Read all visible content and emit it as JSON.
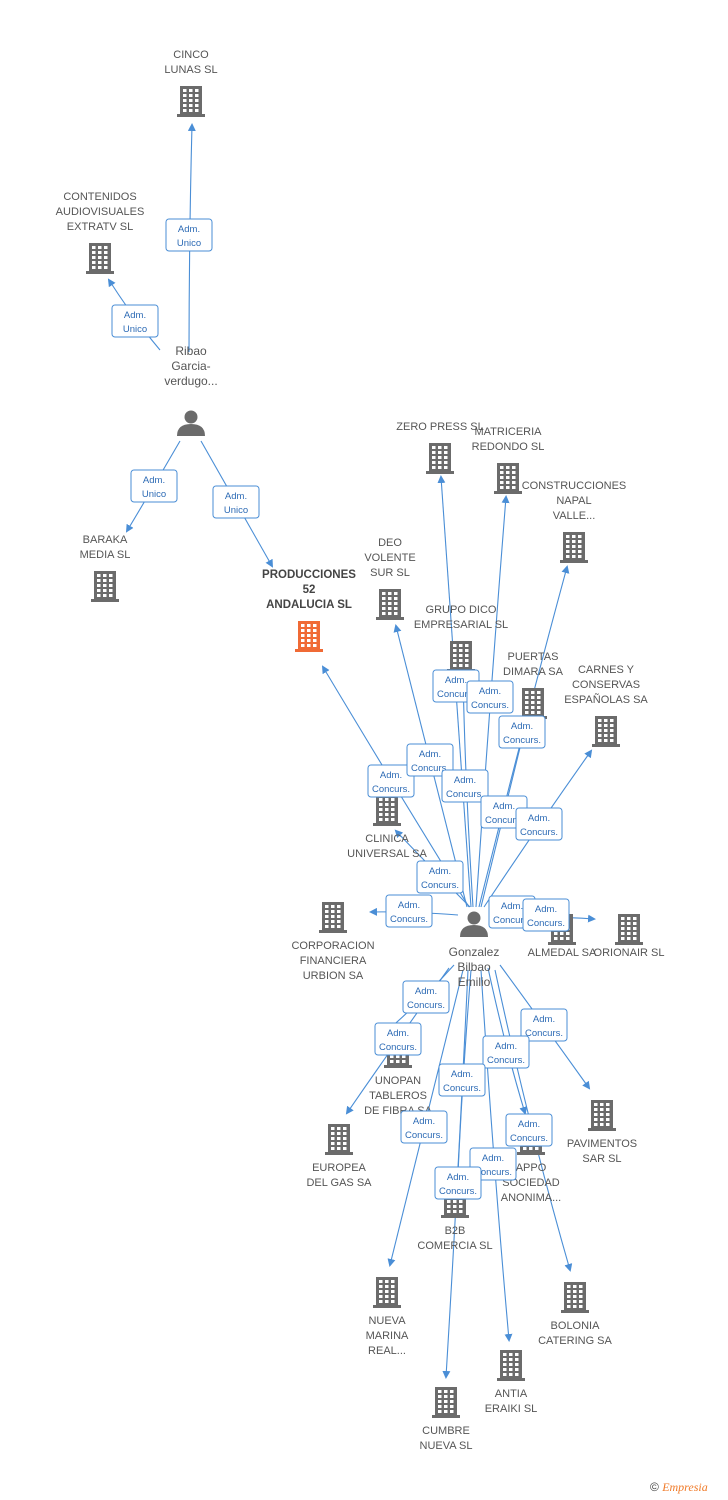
{
  "colors": {
    "edge": "#4a8ed6",
    "building": "#6b6b6b",
    "main_building": "#f06a35",
    "person": "#6b6b6b"
  },
  "persons": [
    {
      "id": "ribao",
      "lines": [
        "Ribao",
        "Garcia-",
        "verdugo..."
      ]
    },
    {
      "id": "gonzalez",
      "lines": [
        "Gonzalez",
        "Bilbao",
        "Emilio"
      ]
    }
  ],
  "companies": [
    {
      "id": "cinco",
      "lines": [
        "CINCO",
        "LUNAS SL"
      ]
    },
    {
      "id": "contenidos",
      "lines": [
        "CONTENIDOS",
        "AUDIOVISUALES",
        "EXTRATV SL"
      ]
    },
    {
      "id": "baraka",
      "lines": [
        "BARAKA",
        "MEDIA SL"
      ]
    },
    {
      "id": "producciones",
      "lines": [
        "PRODUCCIONES",
        "52",
        "ANDALUCIA SL"
      ],
      "main": true
    },
    {
      "id": "zero",
      "lines": [
        "ZERO PRESS SL"
      ]
    },
    {
      "id": "matriceria",
      "lines": [
        "MATRICERIA",
        "REDONDO SL"
      ]
    },
    {
      "id": "construcciones",
      "lines": [
        "CONSTRUCCIONES",
        "NAPAL",
        "VALLE..."
      ]
    },
    {
      "id": "deo",
      "lines": [
        "DEO",
        "VOLENTE",
        "SUR SL"
      ]
    },
    {
      "id": "grupo",
      "lines": [
        "GRUPO DICO",
        "EMPRESARIAL SL"
      ]
    },
    {
      "id": "puertas",
      "lines": [
        "PUERTAS",
        "DIMARA SA"
      ]
    },
    {
      "id": "carnes",
      "lines": [
        "CARNES Y",
        "CONSERVAS",
        "ESPAÑOLAS SA"
      ]
    },
    {
      "id": "clinica",
      "lines": [
        "CLINICA",
        "UNIVERSAL SA"
      ]
    },
    {
      "id": "corporacion",
      "lines": [
        "CORPORACION",
        "FINANCIERA",
        "URBION SA"
      ]
    },
    {
      "id": "almedal",
      "lines": [
        "ALMEDAL SA"
      ]
    },
    {
      "id": "orionair",
      "lines": [
        "ORIONAIR SL"
      ]
    },
    {
      "id": "unopan",
      "lines": [
        "UNOPAN",
        "TABLEROS",
        "DE FIBRA SA"
      ]
    },
    {
      "id": "europea",
      "lines": [
        "EUROPEA",
        "DEL GAS SA"
      ]
    },
    {
      "id": "pavimentos",
      "lines": [
        "PAVIMENTOS",
        "SAR SL"
      ]
    },
    {
      "id": "appo",
      "lines": [
        "APPO",
        "SOCIEDAD",
        "ANONIMA..."
      ]
    },
    {
      "id": "b2b",
      "lines": [
        "B2B",
        "COMERCIA SL"
      ]
    },
    {
      "id": "nueva",
      "lines": [
        "NUEVA",
        "MARINA",
        "REAL..."
      ]
    },
    {
      "id": "bolonia",
      "lines": [
        "BOLONIA",
        "CATERING SA"
      ]
    },
    {
      "id": "antia",
      "lines": [
        "ANTIA",
        "ERAIKI SL"
      ]
    },
    {
      "id": "cumbre",
      "lines": [
        "CUMBRE",
        "NUEVA SL"
      ]
    }
  ],
  "edges": [
    {
      "from": "ribao",
      "to": "cinco",
      "role": [
        "Adm.",
        "Unico"
      ]
    },
    {
      "from": "ribao",
      "to": "contenidos",
      "role": [
        "Adm.",
        "Unico"
      ]
    },
    {
      "from": "ribao",
      "to": "baraka",
      "role": [
        "Adm.",
        "Unico"
      ]
    },
    {
      "from": "ribao",
      "to": "producciones",
      "role": [
        "Adm.",
        "Unico"
      ]
    },
    {
      "from": "gonzalez",
      "to": "producciones",
      "role": [
        "Adm.",
        "Concurs."
      ]
    },
    {
      "from": "gonzalez",
      "to": "zero",
      "role": [
        "Adm.",
        "Concurs."
      ]
    },
    {
      "from": "gonzalez",
      "to": "matriceria",
      "role": [
        "Adm.",
        "Concurs."
      ]
    },
    {
      "from": "gonzalez",
      "to": "construcciones",
      "role": [
        "Adm.",
        "Concurs."
      ]
    },
    {
      "from": "gonzalez",
      "to": "deo",
      "role": [
        "Adm.",
        "Concurs."
      ]
    },
    {
      "from": "gonzalez",
      "to": "grupo",
      "role": [
        "Adm.",
        "Concurs."
      ]
    },
    {
      "from": "gonzalez",
      "to": "puertas",
      "role": [
        "Adm.",
        "Concurs."
      ]
    },
    {
      "from": "gonzalez",
      "to": "carnes",
      "role": [
        "Adm.",
        "Concurs."
      ]
    },
    {
      "from": "gonzalez",
      "to": "clinica",
      "role": [
        "Adm.",
        "Concurs."
      ]
    },
    {
      "from": "gonzalez",
      "to": "corporacion",
      "role": [
        "Adm.",
        "Concurs."
      ]
    },
    {
      "from": "gonzalez",
      "to": "almedal",
      "role": [
        "Adm.",
        "Concurs."
      ]
    },
    {
      "from": "gonzalez",
      "to": "orionair",
      "role": [
        "Adm.",
        "Concurs."
      ]
    },
    {
      "from": "gonzalez",
      "to": "unopan",
      "role": [
        "Adm.",
        "Concurs."
      ]
    },
    {
      "from": "gonzalez",
      "to": "europea",
      "role": [
        "Adm.",
        "Concurs."
      ]
    },
    {
      "from": "gonzalez",
      "to": "pavimentos",
      "role": [
        "Adm.",
        "Concurs."
      ]
    },
    {
      "from": "gonzalez",
      "to": "appo",
      "role": [
        "Adm.",
        "Concurs."
      ]
    },
    {
      "from": "gonzalez",
      "to": "b2b",
      "role": [
        "Adm.",
        "Concurs."
      ]
    },
    {
      "from": "gonzalez",
      "to": "nueva",
      "role": [
        "Adm.",
        "Concurs."
      ]
    },
    {
      "from": "gonzalez",
      "to": "bolonia",
      "role": [
        "Adm.",
        "Concurs."
      ]
    },
    {
      "from": "gonzalez",
      "to": "antia",
      "role": [
        "Adm.",
        "Concurs."
      ]
    },
    {
      "from": "gonzalez",
      "to": "cumbre",
      "role": [
        "Adm.",
        "Concurs."
      ]
    }
  ],
  "footer": {
    "copyright": "©",
    "brand": "Empresia"
  }
}
